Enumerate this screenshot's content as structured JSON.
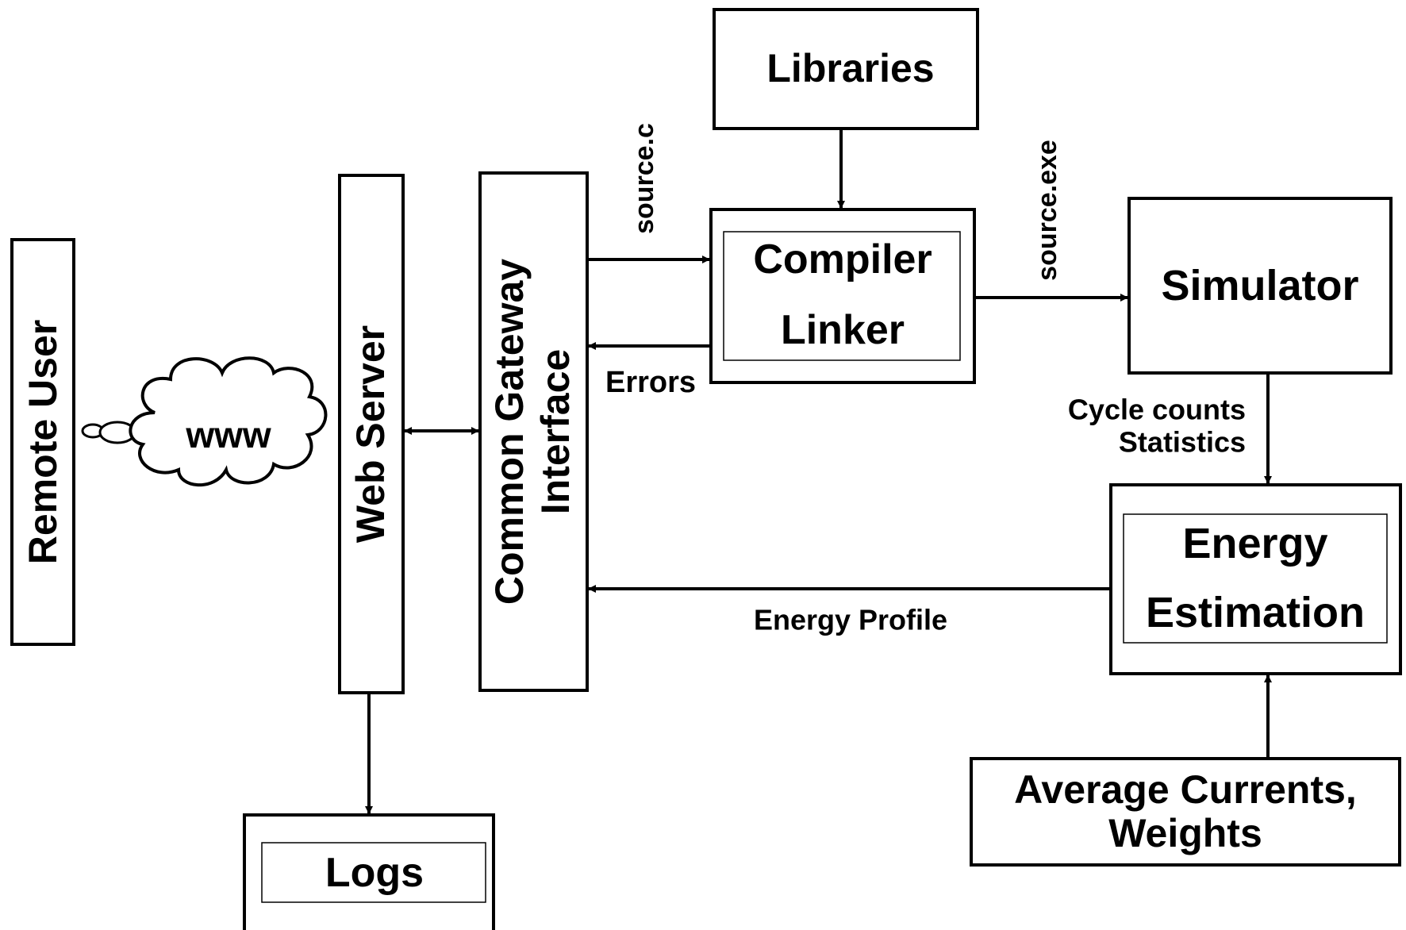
{
  "nodes": {
    "remote_user": "Remote User",
    "www": "www",
    "web_server": "Web Server",
    "cgi_line1": "Common Gateway",
    "cgi_line2": "Interface",
    "libraries": "Libraries",
    "compiler_line1": "Compiler",
    "compiler_line2": "Linker",
    "simulator": "Simulator",
    "energy_line1": "Energy",
    "energy_line2": "Estimation",
    "currents_line1": "Average Currents,",
    "currents_line2": "Weights",
    "logs": "Logs"
  },
  "edges": {
    "source_c": "source.c",
    "source_exe": "source.exe",
    "errors": "Errors",
    "cycle_counts": "Cycle counts",
    "statistics": "Statistics",
    "energy_profile": "Energy Profile"
  }
}
